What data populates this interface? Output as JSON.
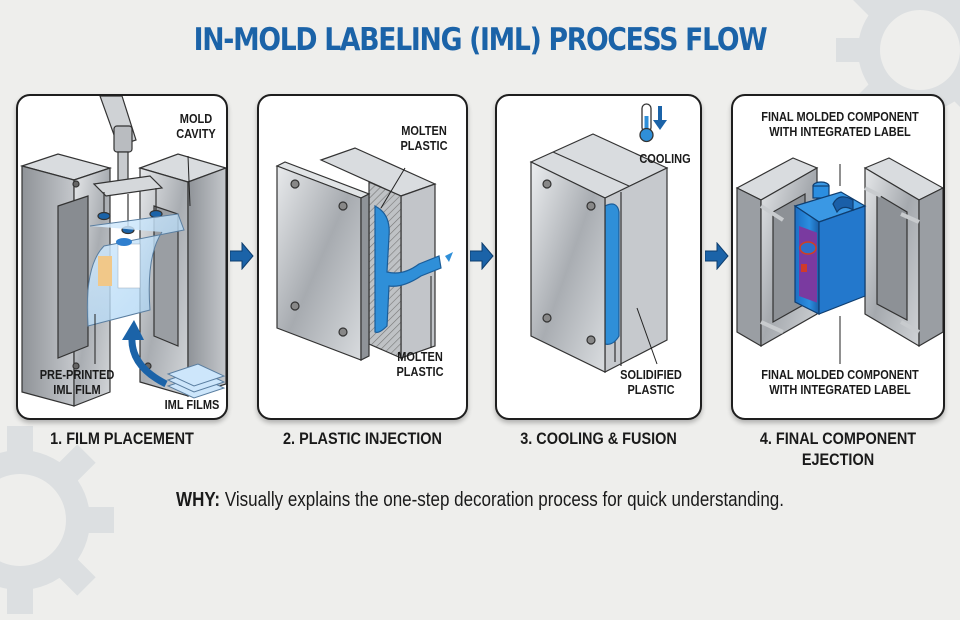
{
  "title": "IN-MOLD LABELING (IML) PROCESS FLOW",
  "colors": {
    "accent_blue": "#1b63a8",
    "plastic_blue": "#2f8fd8",
    "steel": "#b9bcc0",
    "panel_border": "#1e1e1e",
    "background": "#eeeeec"
  },
  "steps": [
    {
      "caption": "1. FILM PLACEMENT",
      "labels": {
        "mold_cavity": "MOLD\nCAVITY",
        "pre_printed_film": "PRE-PRINTED\nIML FILM",
        "iml_films": "IML FILMS"
      }
    },
    {
      "caption": "2. PLASTIC INJECTION",
      "labels": {
        "molten_top": "MOLTEN\nPLASTIC",
        "molten_bottom": "MOLTEN\nPLASTIC"
      }
    },
    {
      "caption": "3. COOLING & FUSION",
      "labels": {
        "cooling": "COOLING",
        "solidified": "SOLIDIFIED\nPLASTIC"
      }
    },
    {
      "caption": "4. FINAL COMPONENT\nEJECTION",
      "labels": {
        "final_top": "FINAL MOLDED COMPONENT\nWITH INTEGRATED LABEL",
        "final_bottom": "FINAL MOLDED COMPONENT\nWITH INTEGRATED LABEL"
      }
    }
  ],
  "icons": {
    "flow_arrow": "arrow-right",
    "thermometer": "thermometer",
    "down_arrow": "arrow-down",
    "robot_arm": "robot-arm",
    "suction_cups": "suction-cup",
    "film_stack": "film-stack",
    "bottle": "jerry-can"
  },
  "footer": {
    "why_label": "WHY:",
    "why_text": " Visually explains the one-step decoration process for quick understanding."
  }
}
